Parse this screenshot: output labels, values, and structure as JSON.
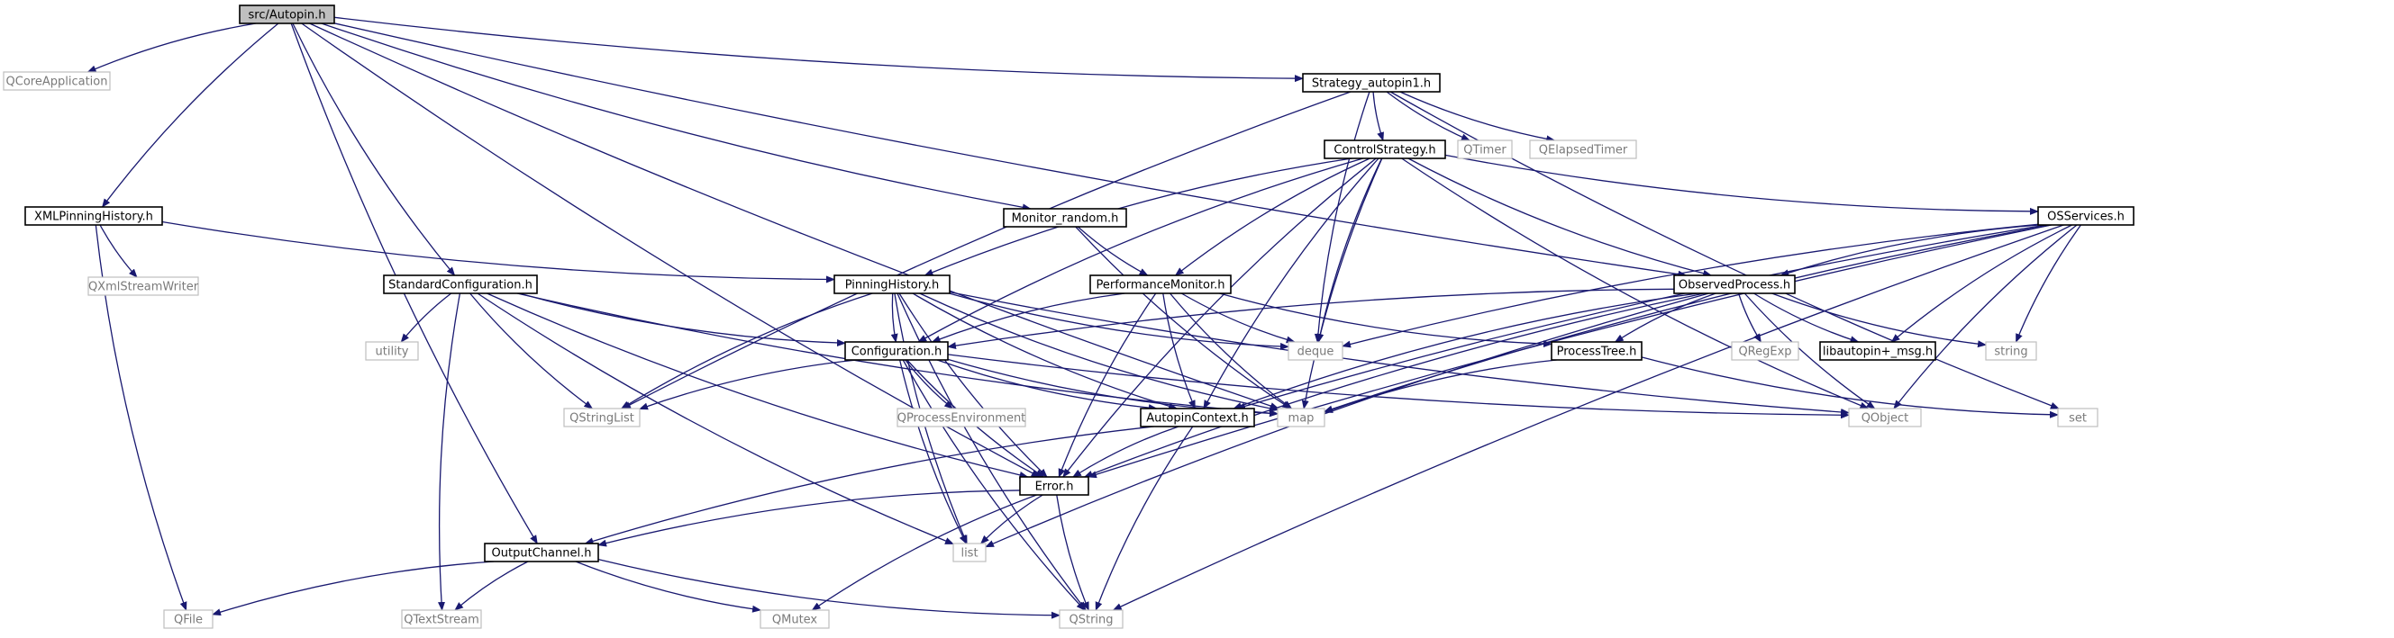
{
  "graph": {
    "nodes": [
      {
        "id": "autopin",
        "label": "src/Autopin.h",
        "kind": "root"
      },
      {
        "id": "qcoreapp",
        "label": "QCoreApplication",
        "kind": "external"
      },
      {
        "id": "xmlpin",
        "label": "XMLPinningHistory.h",
        "kind": "header"
      },
      {
        "id": "qxml",
        "label": "QXmlStreamWriter",
        "kind": "external"
      },
      {
        "id": "stdconf",
        "label": "StandardConfiguration.h",
        "kind": "header"
      },
      {
        "id": "utility",
        "label": "utility",
        "kind": "external"
      },
      {
        "id": "strat",
        "label": "Strategy_autopin1.h",
        "kind": "header"
      },
      {
        "id": "ctrl",
        "label": "ControlStrategy.h",
        "kind": "header"
      },
      {
        "id": "qtimer",
        "label": "QTimer",
        "kind": "external"
      },
      {
        "id": "qelapsed",
        "label": "QElapsedTimer",
        "kind": "external"
      },
      {
        "id": "monrand",
        "label": "Monitor_random.h",
        "kind": "header"
      },
      {
        "id": "pinhist",
        "label": "PinningHistory.h",
        "kind": "header"
      },
      {
        "id": "perfmon",
        "label": "PerformanceMonitor.h",
        "kind": "header"
      },
      {
        "id": "config",
        "label": "Configuration.h",
        "kind": "header"
      },
      {
        "id": "qprocenv",
        "label": "QProcessEnvironment",
        "kind": "external"
      },
      {
        "id": "qstrlist",
        "label": "QStringList",
        "kind": "external"
      },
      {
        "id": "autoctx",
        "label": "AutopinContext.h",
        "kind": "header"
      },
      {
        "id": "map",
        "label": "map",
        "kind": "external"
      },
      {
        "id": "deque",
        "label": "deque",
        "kind": "external"
      },
      {
        "id": "obsproc",
        "label": "ObservedProcess.h",
        "kind": "header"
      },
      {
        "id": "proctree",
        "label": "ProcessTree.h",
        "kind": "header"
      },
      {
        "id": "qregexp",
        "label": "QRegExp",
        "kind": "external"
      },
      {
        "id": "libmsg",
        "label": "libautopin+_msg.h",
        "kind": "header"
      },
      {
        "id": "string",
        "label": "string",
        "kind": "external"
      },
      {
        "id": "ossvc",
        "label": "OSServices.h",
        "kind": "header"
      },
      {
        "id": "qobject",
        "label": "QObject",
        "kind": "external"
      },
      {
        "id": "set",
        "label": "set",
        "kind": "external"
      },
      {
        "id": "error",
        "label": "Error.h",
        "kind": "header"
      },
      {
        "id": "list",
        "label": "list",
        "kind": "external"
      },
      {
        "id": "outch",
        "label": "OutputChannel.h",
        "kind": "header"
      },
      {
        "id": "qfile",
        "label": "QFile",
        "kind": "external"
      },
      {
        "id": "qtextstream",
        "label": "QTextStream",
        "kind": "external"
      },
      {
        "id": "qmutex",
        "label": "QMutex",
        "kind": "external"
      },
      {
        "id": "qstring",
        "label": "QString",
        "kind": "external"
      }
    ],
    "edges": [
      [
        "autopin",
        "qcoreapp"
      ],
      [
        "autopin",
        "xmlpin"
      ],
      [
        "autopin",
        "stdconf"
      ],
      [
        "autopin",
        "strat"
      ],
      [
        "autopin",
        "monrand"
      ],
      [
        "autopin",
        "obsproc"
      ],
      [
        "autopin",
        "outch"
      ],
      [
        "autopin",
        "error"
      ],
      [
        "autopin",
        "map"
      ],
      [
        "xmlpin",
        "qxml"
      ],
      [
        "xmlpin",
        "qfile"
      ],
      [
        "xmlpin",
        "pinhist"
      ],
      [
        "stdconf",
        "utility"
      ],
      [
        "stdconf",
        "qstrlist"
      ],
      [
        "stdconf",
        "config"
      ],
      [
        "stdconf",
        "error"
      ],
      [
        "stdconf",
        "qtextstream"
      ],
      [
        "stdconf",
        "list"
      ],
      [
        "stdconf",
        "map"
      ],
      [
        "strat",
        "ctrl"
      ],
      [
        "strat",
        "qtimer"
      ],
      [
        "strat",
        "qelapsed"
      ],
      [
        "strat",
        "qstrlist"
      ],
      [
        "strat",
        "deque"
      ],
      [
        "strat",
        "set"
      ],
      [
        "ctrl",
        "pinhist"
      ],
      [
        "ctrl",
        "config"
      ],
      [
        "ctrl",
        "perfmon"
      ],
      [
        "ctrl",
        "obsproc"
      ],
      [
        "ctrl",
        "ossvc"
      ],
      [
        "ctrl",
        "deque"
      ],
      [
        "ctrl",
        "map"
      ],
      [
        "ctrl",
        "autoctx"
      ],
      [
        "ctrl",
        "error"
      ],
      [
        "ctrl",
        "qobject"
      ],
      [
        "monrand",
        "perfmon"
      ],
      [
        "monrand",
        "map"
      ],
      [
        "pinhist",
        "config"
      ],
      [
        "pinhist",
        "qstrlist"
      ],
      [
        "pinhist",
        "deque"
      ],
      [
        "pinhist",
        "map"
      ],
      [
        "pinhist",
        "autoctx"
      ],
      [
        "pinhist",
        "error"
      ],
      [
        "pinhist",
        "list"
      ],
      [
        "pinhist",
        "qstring"
      ],
      [
        "pinhist",
        "qobject"
      ],
      [
        "perfmon",
        "config"
      ],
      [
        "perfmon",
        "deque"
      ],
      [
        "perfmon",
        "map"
      ],
      [
        "perfmon",
        "autoctx"
      ],
      [
        "perfmon",
        "proctree"
      ],
      [
        "perfmon",
        "error"
      ],
      [
        "config",
        "qprocenv"
      ],
      [
        "config",
        "qstrlist"
      ],
      [
        "config",
        "autoctx"
      ],
      [
        "config",
        "error"
      ],
      [
        "config",
        "list"
      ],
      [
        "config",
        "qstring"
      ],
      [
        "config",
        "qobject"
      ],
      [
        "config",
        "map"
      ],
      [
        "autoctx",
        "outch"
      ],
      [
        "autoctx",
        "error"
      ],
      [
        "autoctx",
        "qstring"
      ],
      [
        "obsproc",
        "config"
      ],
      [
        "obsproc",
        "proctree"
      ],
      [
        "obsproc",
        "qregexp"
      ],
      [
        "obsproc",
        "libmsg"
      ],
      [
        "obsproc",
        "string"
      ],
      [
        "obsproc",
        "qobject"
      ],
      [
        "obsproc",
        "autoctx"
      ],
      [
        "obsproc",
        "error"
      ],
      [
        "obsproc",
        "list"
      ],
      [
        "proctree",
        "map"
      ],
      [
        "proctree",
        "set"
      ],
      [
        "ossvc",
        "obsproc"
      ],
      [
        "ossvc",
        "deque"
      ],
      [
        "ossvc",
        "libmsg"
      ],
      [
        "ossvc",
        "string"
      ],
      [
        "ossvc",
        "map"
      ],
      [
        "ossvc",
        "qobject"
      ],
      [
        "ossvc",
        "error"
      ],
      [
        "ossvc",
        "qstring"
      ],
      [
        "ossvc",
        "autoctx"
      ],
      [
        "error",
        "outch"
      ],
      [
        "error",
        "list"
      ],
      [
        "error",
        "qstring"
      ],
      [
        "error",
        "qmutex"
      ],
      [
        "outch",
        "qfile"
      ],
      [
        "outch",
        "qtextstream"
      ],
      [
        "outch",
        "qmutex"
      ],
      [
        "outch",
        "qstring"
      ]
    ]
  }
}
